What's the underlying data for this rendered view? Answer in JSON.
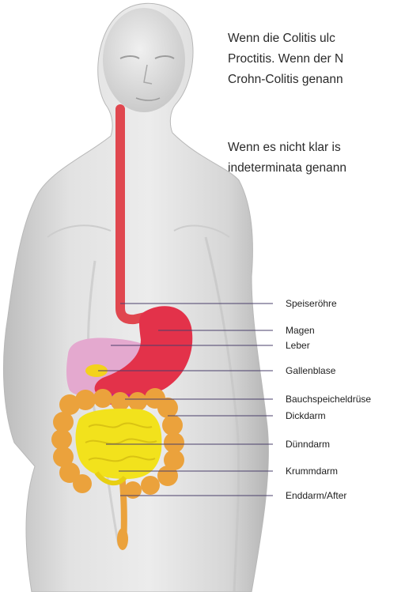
{
  "text": {
    "paragraph1": [
      "Wenn die Colitis ulc",
      "Proctitis. Wenn der N",
      "Crohn-Colitis genann"
    ],
    "paragraph2": [
      "Wenn es nicht klar is",
      "indeterminata genann"
    ]
  },
  "labels": {
    "speiseroehre": "Speiseröhre",
    "magen": "Magen",
    "leber": "Leber",
    "gallenblase": "Gallenblase",
    "bauchspeicheldruese": "Bauchspeicheldrüse",
    "dickdarm": "Dickdarm",
    "duenndarm": "Dünndarm",
    "krummdarm": "Krummdarm",
    "enddarm": "Enddarm/After"
  },
  "colors": {
    "skin": "#e4e4e4",
    "skin_shade": "#c9c9c9",
    "esophagus": "#e0474f",
    "stomach": "#e3324a",
    "liver": "#e4a9cf",
    "gallbladder": "#f3d21d",
    "pancreas": "#c8208c",
    "colon": "#eba23c",
    "small_intestine": "#f2e21c",
    "leader_line": "#4a3f6b"
  }
}
